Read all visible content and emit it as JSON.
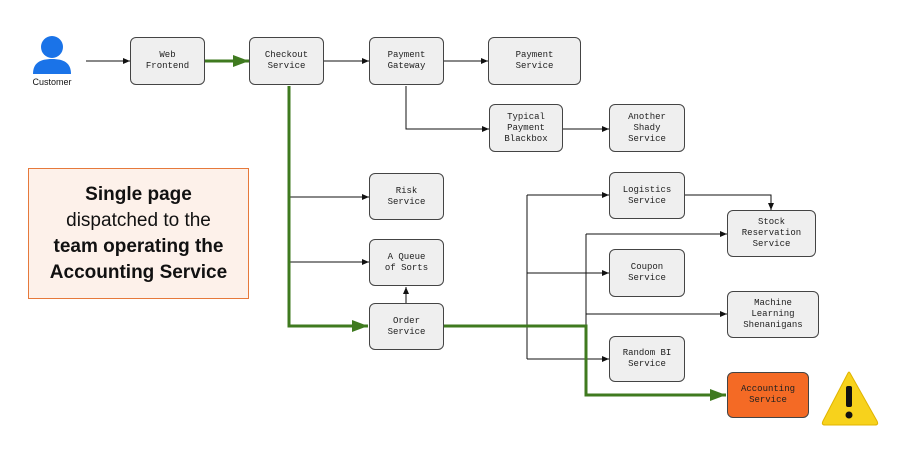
{
  "customer": {
    "label": "Customer",
    "icon": "person-icon",
    "color": "#1a73e8"
  },
  "callout": {
    "line1": "Single page",
    "line2": "dispatched to the",
    "line3": "team operating the",
    "line4": "Accounting Service"
  },
  "nodes": {
    "web_frontend": "Web\nFrontend",
    "checkout_service": "Checkout\nService",
    "payment_gateway": "Payment\nGateway",
    "payment_service": "Payment\nService",
    "typical_payment_blackbox": "Typical\nPayment\nBlackbox",
    "another_shady_service": "Another\nShady\nService",
    "risk_service": "Risk\nService",
    "queue_of_sorts": "A Queue\nof Sorts",
    "order_service": "Order\nService",
    "logistics_service": "Logistics\nService",
    "stock_reservation_service": "Stock\nReservation\nService",
    "coupon_service": "Coupon\nService",
    "machine_learning_shenanigans": "Machine\nLearning\nShenanigans",
    "random_bi_service": "Random BI\nService",
    "accounting_service": "Accounting\nService"
  },
  "warning": {
    "icon": "warning-icon",
    "glyph": "!",
    "color": "#f7d21c"
  },
  "colors": {
    "edge": "#111111",
    "highlight_path": "#3f7a1f",
    "alert_node": "#f46a25"
  }
}
